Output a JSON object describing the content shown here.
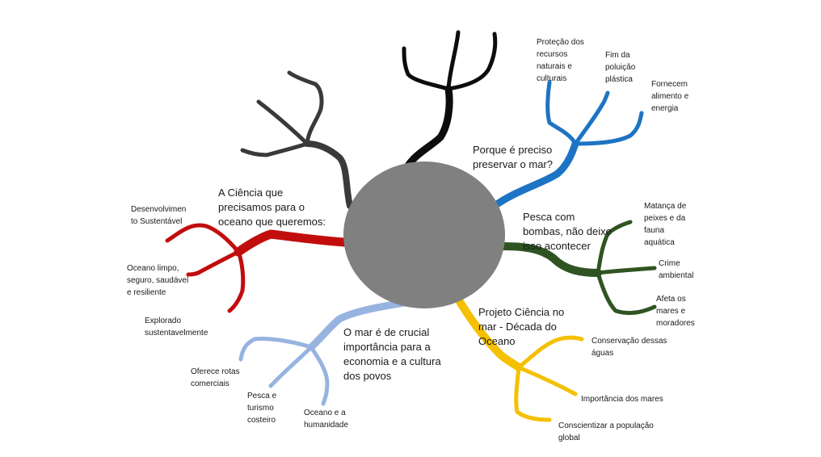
{
  "colors": {
    "center": "#808080",
    "black": "#0d0d0d",
    "darkgray": "#3a3a3a",
    "blue": "#1d74c4",
    "green": "#2f5421",
    "yellow": "#f5c000",
    "lightblue": "#97b3e0",
    "red": "#c20d0d"
  },
  "branches": {
    "blue": {
      "main": "Porque é preciso\npreservar o mar?",
      "leaf1": "Proteção dos\nrecursos\nnaturais e\nculturais",
      "leaf2": "Fim da\npoluição\nplástica",
      "leaf3": "Fornecem\nalimento e\nenergia"
    },
    "green": {
      "main": "Pesca com\nbombas, não deixe\nisso acontecer",
      "leaf1": "Matança de\npeixes e da\nfauna\naquática",
      "leaf2": "Crime\nambiental",
      "leaf3": "Afeta os\nmares e\nmoradores"
    },
    "yellow": {
      "main": "Projeto Ciência no\nmar - Década do\nOceano",
      "leaf1": "Conservação dessas\náguas",
      "leaf2": "Importância dos mares",
      "leaf3": "Conscientizar a população\nglobal"
    },
    "lightblue": {
      "main": "O mar é de crucial\nimportância para a\neconomia e a cultura\ndos povos",
      "leaf1": "Oferece rotas\ncomerciais",
      "leaf2": "Pesca e\nturismo\ncosteiro",
      "leaf3": "Oceano e a\nhumanidade"
    },
    "red": {
      "main": "A Ciência que\nprecisamos para o\noceano que queremos:",
      "leaf1": "Desenvolvimen\nto Sustentável",
      "leaf2": "Oceano limpo,\nseguro, saudável\ne resiliente",
      "leaf3": "Explorado\nsustentavelmente"
    }
  }
}
